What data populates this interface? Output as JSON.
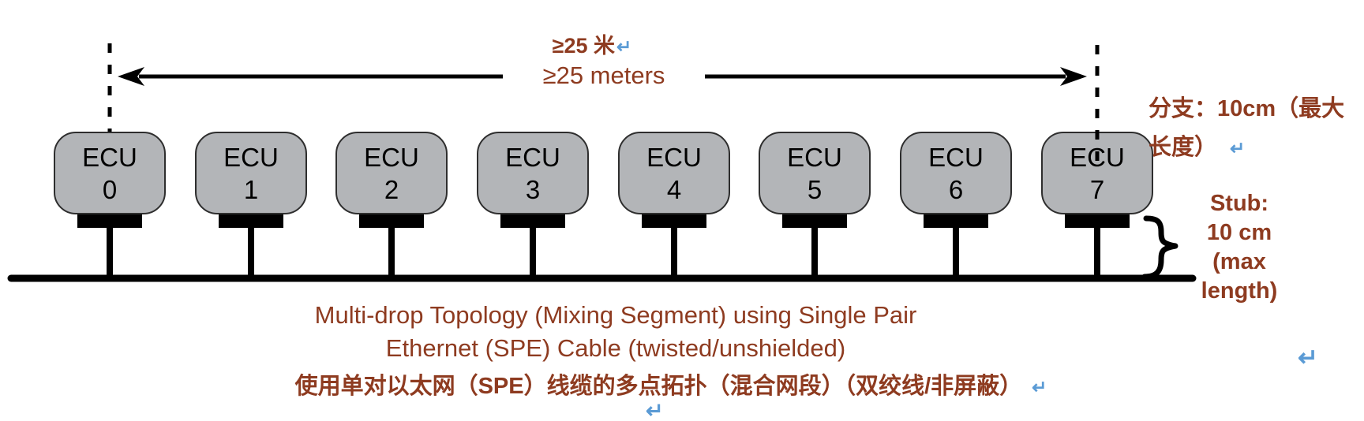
{
  "measurement": {
    "label_cn": "≥25 米",
    "label_en": "≥25 meters"
  },
  "ecu_nodes": [
    {
      "label": "ECU",
      "number": "0"
    },
    {
      "label": "ECU",
      "number": "1"
    },
    {
      "label": "ECU",
      "number": "2"
    },
    {
      "label": "ECU",
      "number": "3"
    },
    {
      "label": "ECU",
      "number": "4"
    },
    {
      "label": "ECU",
      "number": "5"
    },
    {
      "label": "ECU",
      "number": "6"
    },
    {
      "label": "ECU",
      "number": "7"
    }
  ],
  "branch_annotation": {
    "line1": "分支：10cm（最大",
    "line2": "长度）"
  },
  "stub_annotation": {
    "line1": "Stub:",
    "line2": "10 cm",
    "line3": "(max",
    "line4": "length)"
  },
  "caption": {
    "en_line1": "Multi-drop Topology (Mixing Segment) using Single Pair",
    "en_line2": "Ethernet (SPE) Cable (twisted/unshielded)",
    "cn_line": "使用单对以太网（SPE）线缆的多点拓扑（混合网段）（双绞线/非屏蔽）"
  },
  "marks": {
    "return_mark": "↵"
  },
  "colors": {
    "text_brown": "#8E3B20",
    "mark_blue": "#5B9BD5",
    "node_fill": "#B3B5B8",
    "line_black": "#000000"
  }
}
